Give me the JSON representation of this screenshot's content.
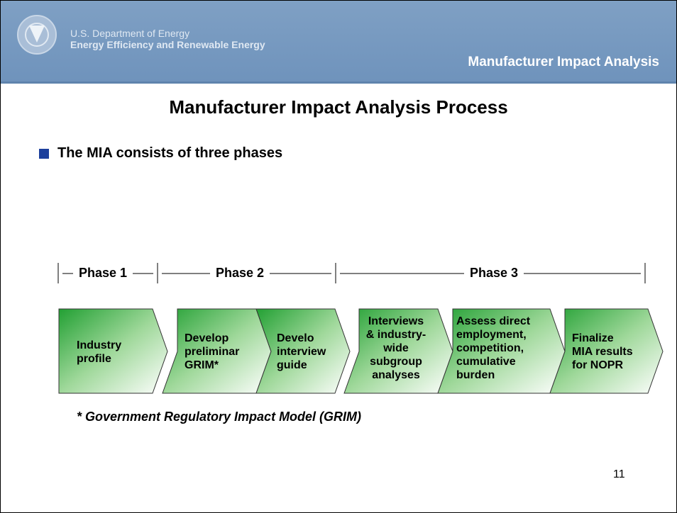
{
  "header": {
    "org_line1": "U.S. Department of Energy",
    "org_line2": "Energy Efficiency and Renewable Energy",
    "section_title": "Manufacturer Impact Analysis",
    "colors": {
      "banner": "#7fa0c4",
      "accent": "#1c3f9c",
      "step_green": "#22a033"
    }
  },
  "slide": {
    "title": "Manufacturer Impact Analysis Process",
    "bullet": "The MIA consists of three phases",
    "phases": [
      "Phase 1",
      "Phase 2",
      "Phase 3"
    ],
    "steps": [
      {
        "lines": [
          "Industry",
          "profile"
        ]
      },
      {
        "lines": [
          "Develop",
          "preliminar",
          "GRIM*"
        ]
      },
      {
        "lines": [
          "Develo",
          "interview",
          "guide"
        ]
      },
      {
        "lines": [
          "Interviews",
          "& industry-",
          "wide",
          "subgroup",
          "analyses"
        ]
      },
      {
        "lines": [
          "Assess direct",
          "employment,",
          "competition,",
          "cumulative",
          "burden"
        ]
      },
      {
        "lines": [
          "Finalize",
          "MIA results",
          "for NOPR"
        ]
      }
    ],
    "footnote": "* Government Regulatory Impact Model (GRIM)",
    "page_number": "11"
  }
}
